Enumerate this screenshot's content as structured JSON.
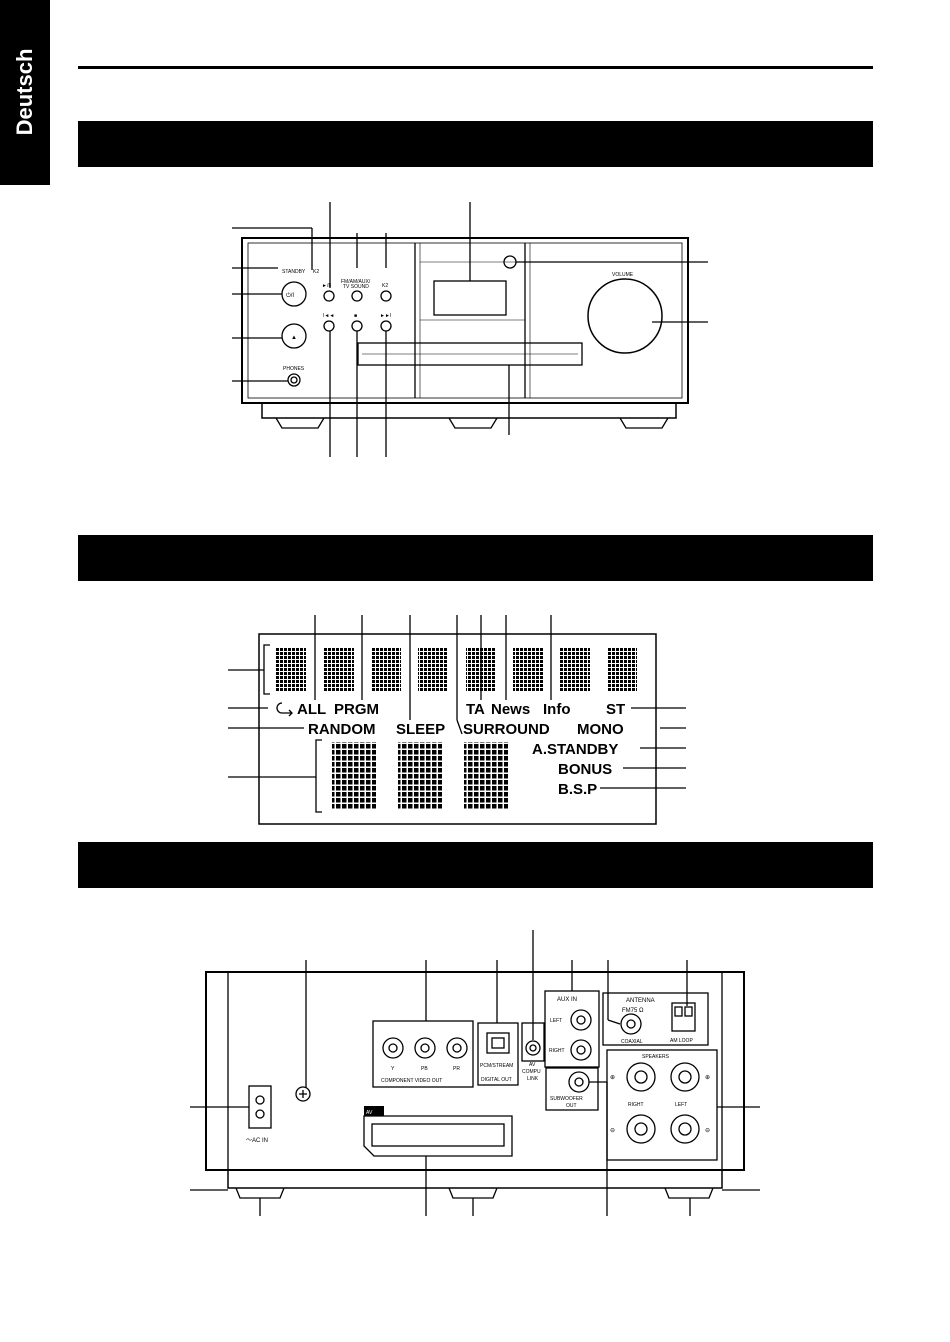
{
  "side_tab": {
    "label": "Deutsch"
  },
  "front_panel": {
    "standby_label": "STANDBY",
    "k2_indicator_label": "K2",
    "play_pause_label": "►/II",
    "source_label_line1": "FM/AM/AUX/",
    "source_label_line2": "TV SOUND",
    "k2_button_label": "K2",
    "power_symbol": "⏻/I",
    "eject_symbol": "▲",
    "prev_symbol": "I◄◄",
    "stop_symbol": "■",
    "next_symbol": "►►I",
    "phones_label": "PHONES",
    "volume_label": "VOLUME"
  },
  "display_panel": {
    "all_label": "ALL",
    "prgm_label": "PRGM",
    "random_label": "RANDOM",
    "sleep_label": "SLEEP",
    "surround_label": "SURROUND",
    "ta_label": "TA",
    "news_label": "News",
    "info_label": "Info",
    "st_label": "ST",
    "mono_label": "MONO",
    "astandby_label": "A.STANDBY",
    "bonus_label": "BONUS",
    "bsp_label": "B.S.P"
  },
  "rear_panel": {
    "ac_in_label": "～AC IN",
    "y_label": "Y",
    "pb_label": "PB",
    "pr_label": "PR",
    "component_label": "COMPONENT VIDEO OUT",
    "pcm_label": "PCM/STREAM",
    "digital_out_label": "DIGITAL OUT",
    "av_compu_line1": "AV",
    "av_compu_line2": "COMPU",
    "av_compu_line3": "LINK",
    "aux_in_label": "AUX IN",
    "left_label": "LEFT",
    "right_label": "RIGHT",
    "subwoofer_line1": "SUBWOOFER",
    "subwoofer_line2": "OUT",
    "antenna_label": "ANTENNA",
    "fm_label": "FM75 Ω",
    "coaxial_label": "COAXIAL",
    "am_loop_label": "AM LOOP",
    "speakers_label": "SPEAKERS",
    "speaker_right_label": "RIGHT",
    "speaker_left_label": "LEFT",
    "av_label": "AV",
    "plus_symbol": "⊕",
    "minus_symbol": "⊖"
  }
}
